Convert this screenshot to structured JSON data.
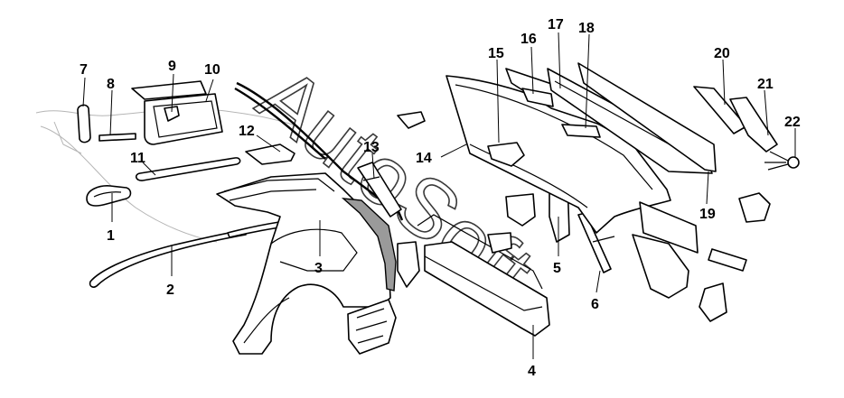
{
  "watermark": "AutoSoft",
  "callouts": [
    "1",
    "2",
    "3",
    "4",
    "5",
    "6",
    "7",
    "8",
    "9",
    "10",
    "11",
    "12",
    "13",
    "14",
    "15",
    "16",
    "17",
    "18",
    "19",
    "20",
    "21",
    "22"
  ],
  "colors": {
    "line": "#000000",
    "background": "#ffffff",
    "shading": "#9a9a9a",
    "ghost": "#b5b5b5"
  }
}
